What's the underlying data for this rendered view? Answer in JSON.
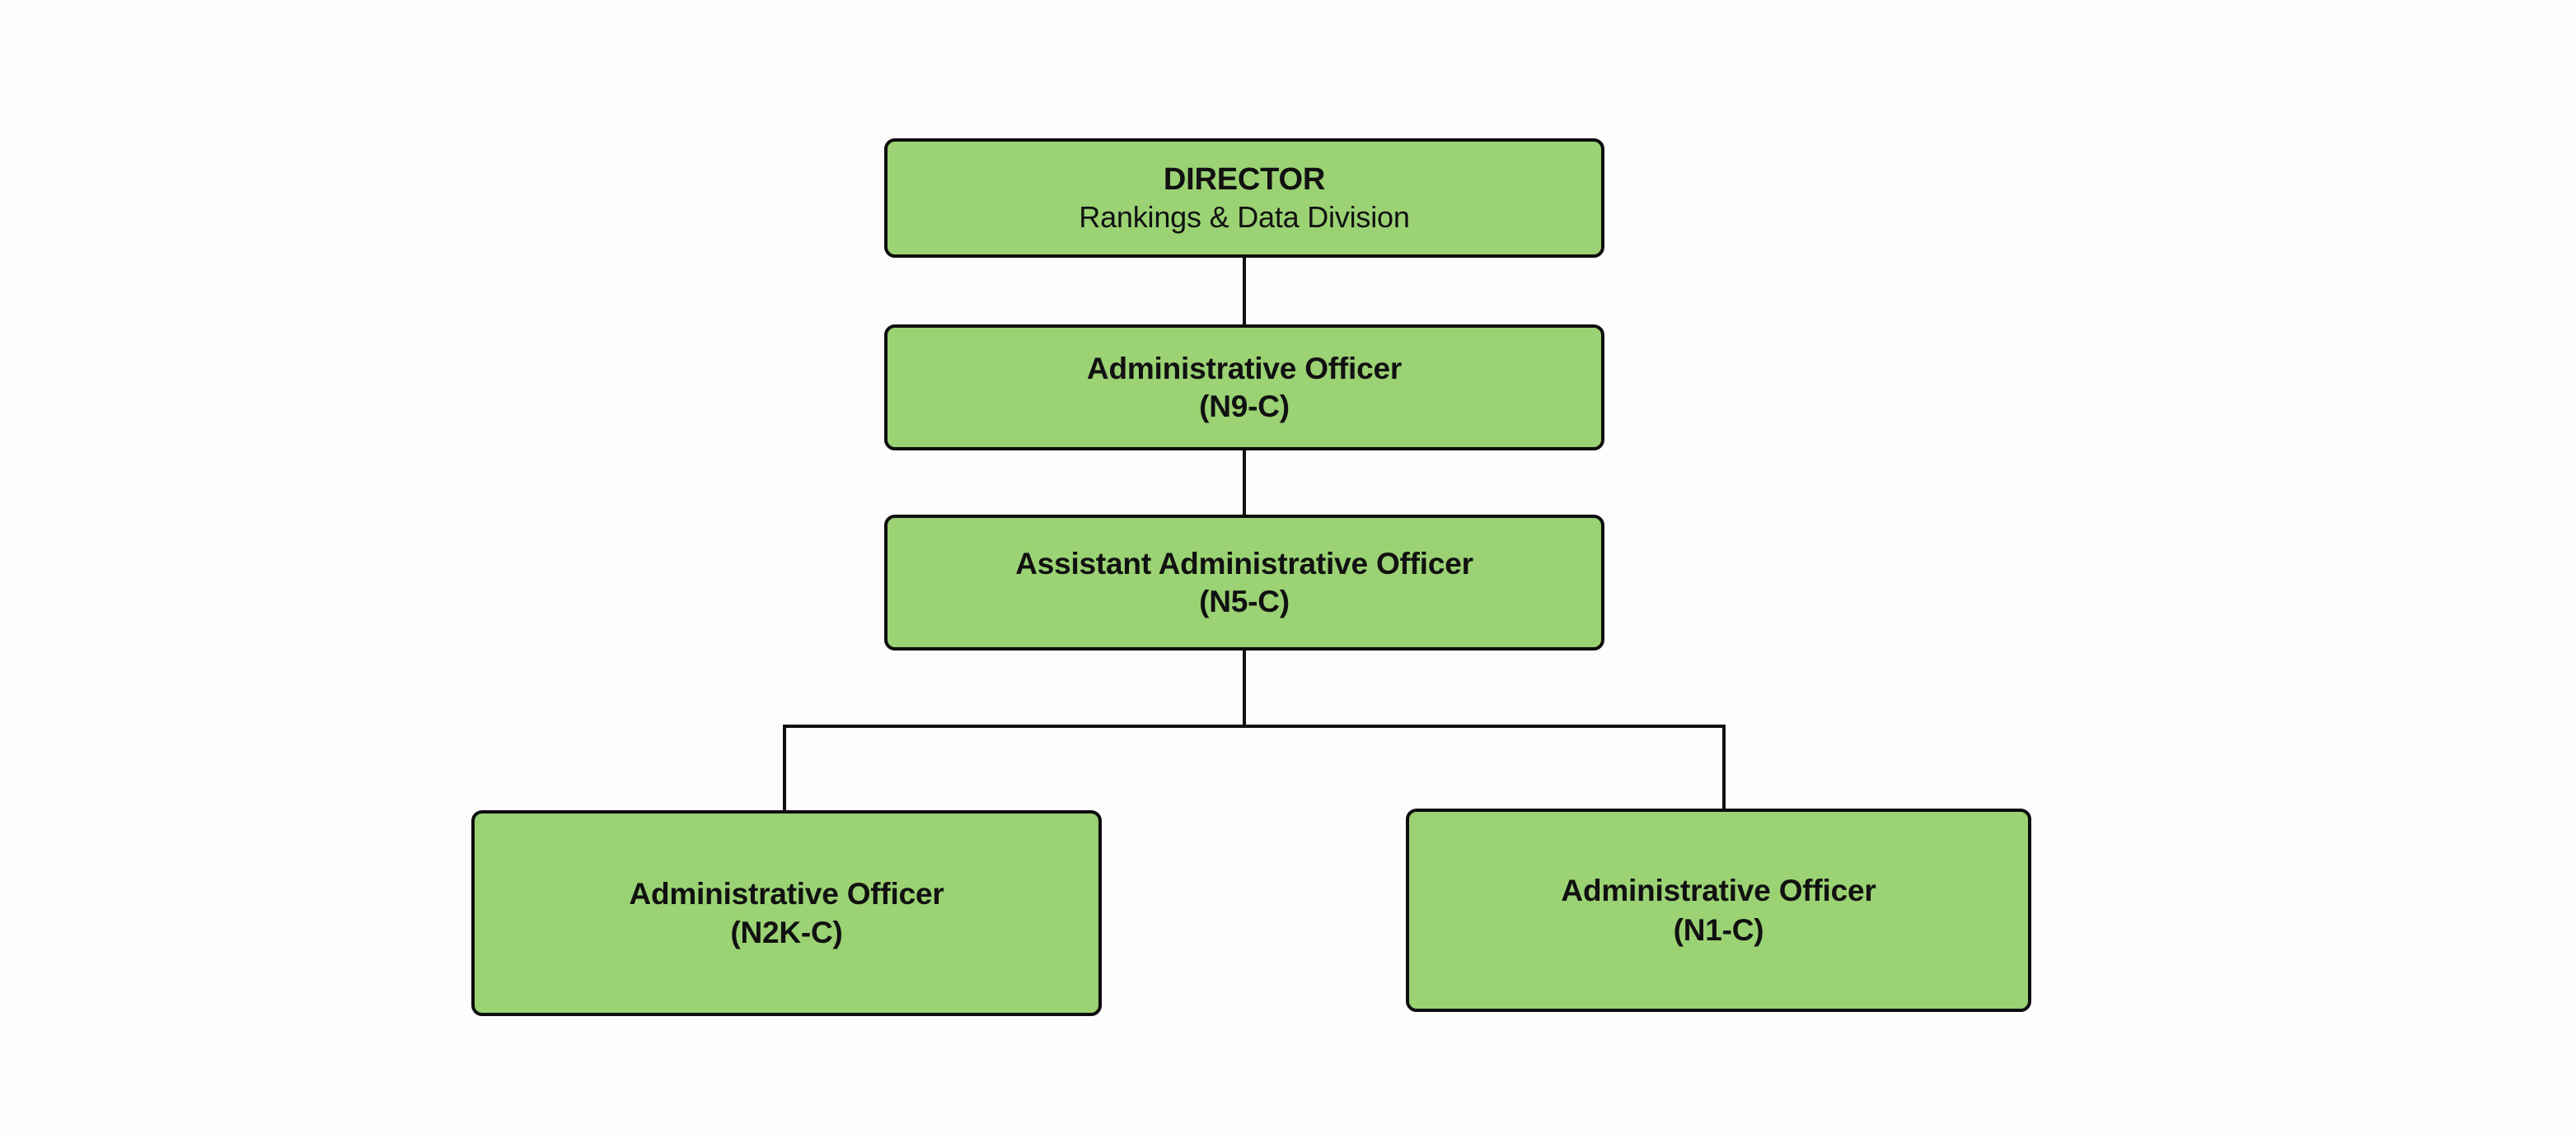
{
  "chart": {
    "type": "org-chart",
    "background_color": "#fdfdfd",
    "node_fill_color": "#9bd274",
    "node_border_color": "#0d0d0d",
    "connector_color": "#101010",
    "nodes": [
      {
        "id": "director",
        "line1": "DIRECTOR",
        "line2": "Rankings & Data Division",
        "level": 0
      },
      {
        "id": "admin-officer-n9",
        "line1": "Administrative Officer",
        "line2": "(N9-C)",
        "level": 1
      },
      {
        "id": "asst-admin-officer-n5",
        "line1": "Assistant Administrative Officer",
        "line2": "(N5-C)",
        "level": 2
      },
      {
        "id": "admin-officer-n2k",
        "line1": "Administrative Officer",
        "line2": "(N2K-C)",
        "level": 3
      },
      {
        "id": "admin-officer-n1",
        "line1": "Administrative Officer",
        "line2": "(N1-C)",
        "level": 3
      }
    ],
    "edges": [
      {
        "from": "director",
        "to": "admin-officer-n9"
      },
      {
        "from": "admin-officer-n9",
        "to": "asst-admin-officer-n5"
      },
      {
        "from": "asst-admin-officer-n5",
        "to": "admin-officer-n2k"
      },
      {
        "from": "asst-admin-officer-n5",
        "to": "admin-officer-n1"
      }
    ]
  }
}
